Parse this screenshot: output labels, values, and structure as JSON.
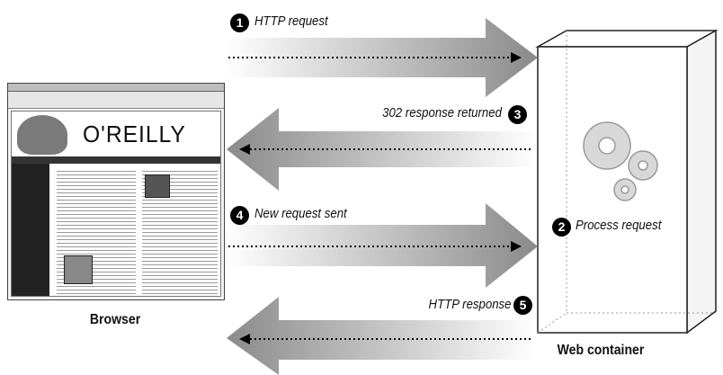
{
  "steps": {
    "s1": {
      "num": "1",
      "label": "HTTP request"
    },
    "s2": {
      "num": "2",
      "label": "Process request"
    },
    "s3": {
      "num": "3",
      "label": "302 response returned"
    },
    "s4": {
      "num": "4",
      "label": "New request sent"
    },
    "s5": {
      "num": "5",
      "label": "HTTP response"
    }
  },
  "browser": {
    "caption": "Browser",
    "logo_text": "O'REILLY"
  },
  "container": {
    "caption": "Web container"
  },
  "icons": [
    "gears-icon",
    "browser-window-icon"
  ]
}
